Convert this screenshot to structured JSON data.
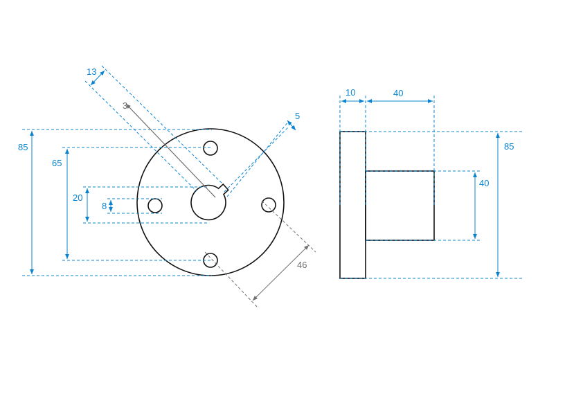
{
  "colors": {
    "dimension": "#0a84d0",
    "dimension_gray": "#6f6f6f",
    "outline": "#111111"
  },
  "front_view": {
    "dim_key_width": "13",
    "dim_key_depth": "3",
    "dim_key_right": "5",
    "dim_outer_diameter": "85",
    "dim_bolt_circle": "65",
    "dim_bore": "20",
    "dim_hole": "8",
    "dim_diagonal": "46"
  },
  "side_view": {
    "dim_flange_thickness": "10",
    "dim_hub_length": "40",
    "dim_hub_diameter": "40",
    "dim_flange_height": "85"
  }
}
